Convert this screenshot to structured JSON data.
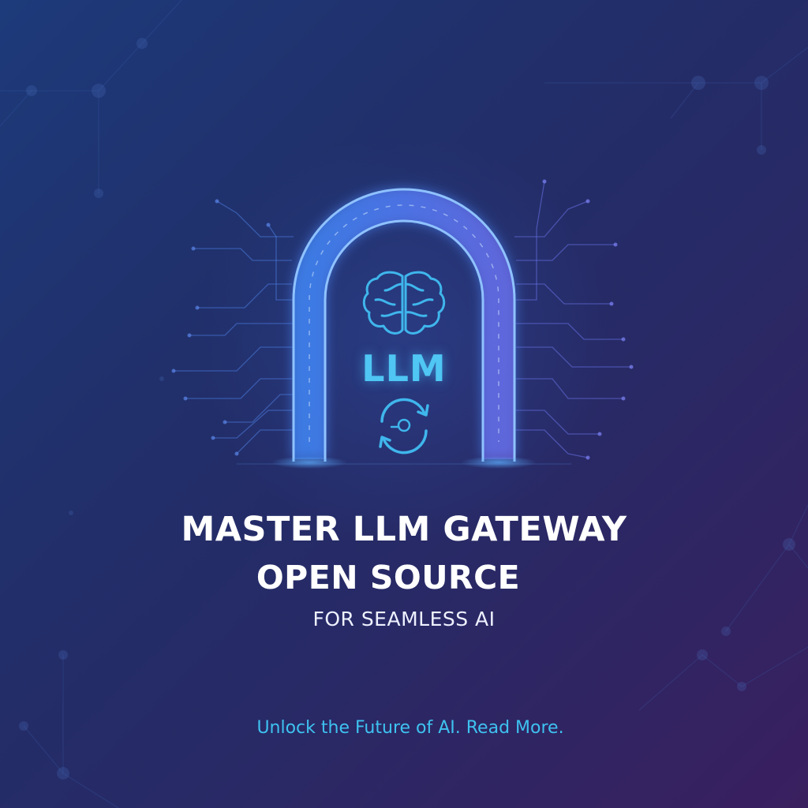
{
  "arch": {
    "label": "LLM"
  },
  "headline": {
    "line1": "MASTER LLM GATEWAY",
    "line2": "OPEN SOURCE",
    "subtitle": "FOR SEAMLESS AI"
  },
  "cta": {
    "text": "Unlock the Future of AI. Read More."
  },
  "icons": {
    "top": "brain-icon",
    "bottom": "refresh-bulb-icon"
  },
  "colors": {
    "background_start": "#1d3a7a",
    "background_end": "#3a1f5f",
    "arch_glow": "#4a7cff",
    "accent_cyan": "#3ec2f0",
    "headline": "#ffffff"
  }
}
